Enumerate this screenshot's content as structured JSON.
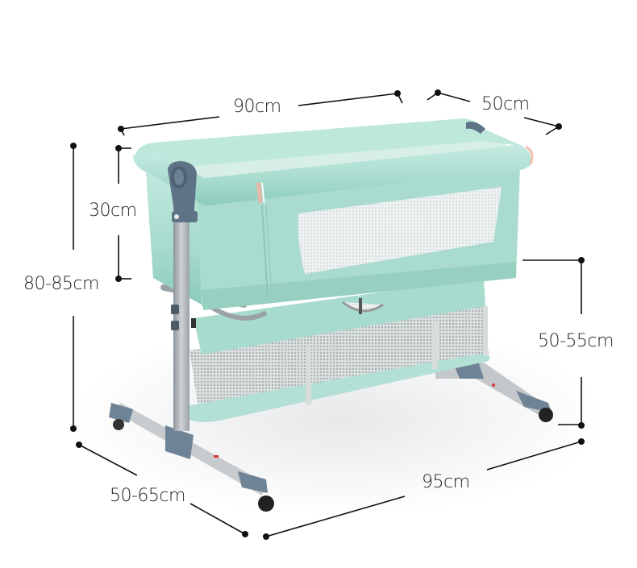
{
  "product": {
    "name": "bedside baby crib",
    "colors": {
      "fabric": "#a8dccf",
      "fabric_shade": "#8fcfbf",
      "fabric_light": "#c2e9de",
      "frame": "#b9bec2",
      "frame_dark": "#8d949a",
      "joint": "#5f7387",
      "mesh": "#e9eeee",
      "wheel": "#222222",
      "accent_strap": "#e8b6a6",
      "line": "#111111"
    }
  },
  "dimensions": {
    "length_top": "90cm",
    "width_top": "50cm",
    "bed_depth": "30cm",
    "total_height": "80-85cm",
    "bed_height_from_floor": "50-55cm",
    "base_length": "95cm",
    "base_width": "50-65cm"
  }
}
